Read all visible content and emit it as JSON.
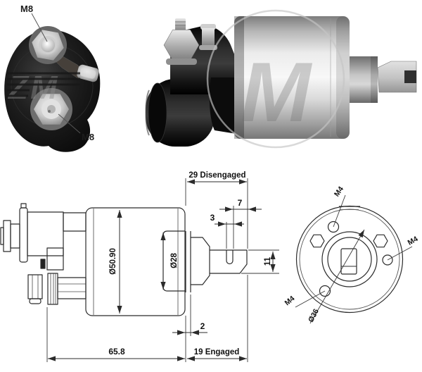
{
  "photos": {
    "rear_view": {
      "terminal_top": "M8",
      "terminal_bottom": "M8",
      "watermark": "ZM"
    },
    "side_view": {
      "watermark": "M"
    }
  },
  "drawing": {
    "side_profile": {
      "travel_disengaged": "29 Disengaged",
      "fork_groove_offset": "7",
      "fork_groove_width": "3",
      "body_diameter": "Ø50.90",
      "boss_diameter": "Ø28",
      "rod_height": "11",
      "plate_thickness": "2",
      "body_length": "65.8",
      "travel_engaged": "19 Engaged"
    },
    "end_view": {
      "screw_top": "M4",
      "screw_right": "M4",
      "screw_bottom": "M4",
      "bore_diameter": "Ø36"
    }
  },
  "colors": {
    "background": "#ffffff",
    "drawing_line": "#2b2b2b",
    "label_text": "#111111",
    "metal_highlight": "#f5f5f5",
    "metal_shadow": "#7d7d7d",
    "plastic_black": "#101010",
    "watermark_gray": "#8c8c8c"
  }
}
